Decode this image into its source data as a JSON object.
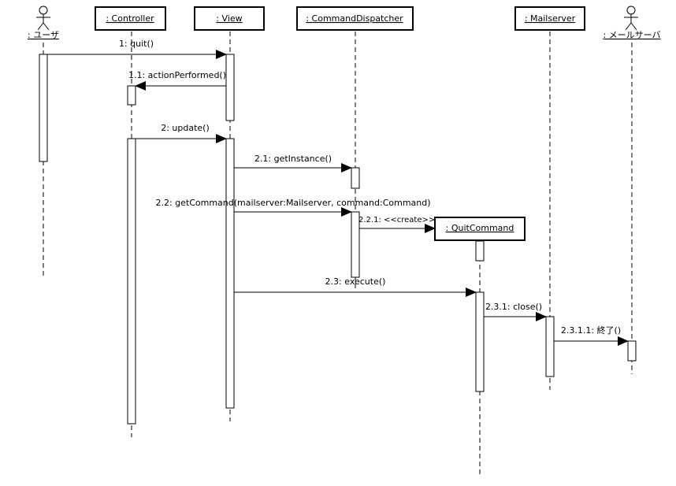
{
  "participants": [
    {
      "id": "user",
      "label": ": ユーザ",
      "kind": "actor"
    },
    {
      "id": "controller",
      "label": ": Controller",
      "kind": "object"
    },
    {
      "id": "view",
      "label": ": View",
      "kind": "object"
    },
    {
      "id": "dispatcher",
      "label": ": CommandDispatcher",
      "kind": "object"
    },
    {
      "id": "quitcommand",
      "label": ": QuitCommand",
      "kind": "object"
    },
    {
      "id": "mailserver",
      "label": ": Mailserver",
      "kind": "object"
    },
    {
      "id": "mailserver_actor",
      "label": ": メールサーバ",
      "kind": "actor"
    }
  ],
  "messages": [
    {
      "id": "m1",
      "label": "1: quit()",
      "from": "user",
      "to": "view"
    },
    {
      "id": "m1_1",
      "label": "1.1: actionPerformed()",
      "from": "view",
      "to": "controller"
    },
    {
      "id": "m2",
      "label": "2: update()",
      "from": "controller",
      "to": "view"
    },
    {
      "id": "m2_1",
      "label": "2.1: getInstance()",
      "from": "view",
      "to": "dispatcher"
    },
    {
      "id": "m2_2",
      "label": "2.2: getCommand(mailserver:Mailserver, command:Command)",
      "from": "view",
      "to": "dispatcher"
    },
    {
      "id": "m2_2_1",
      "label": "2.2.1: <<create>>",
      "from": "dispatcher",
      "to": "quitcommand"
    },
    {
      "id": "m2_3",
      "label": "2.3: execute()",
      "from": "view",
      "to": "quitcommand"
    },
    {
      "id": "m2_3_1",
      "label": "2.3.1: close()",
      "from": "quitcommand",
      "to": "mailserver"
    },
    {
      "id": "m2_3_1_1",
      "label": "2.3.1.1: 終了()",
      "from": "mailserver",
      "to": "mailserver_actor"
    }
  ]
}
